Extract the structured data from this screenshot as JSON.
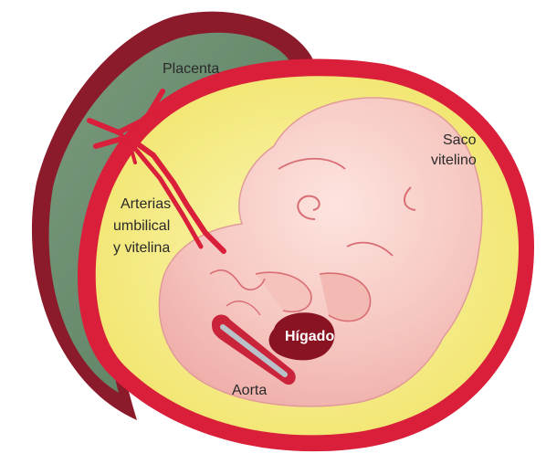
{
  "labels": {
    "placenta": "Placenta",
    "saco_line1": "Saco",
    "saco_line2": "vitelino",
    "arterias_line1": "Arterias",
    "arterias_line2": "umbilical",
    "arterias_line3": "y vitelina",
    "higado": "Hígado",
    "aorta": "Aorta"
  },
  "colors": {
    "placenta_border": "#8b1a2b",
    "placenta_fill": "#6b8f71",
    "sac_border": "#d91f3a",
    "sac_fill": "#f3ea7a",
    "embryo_fill": "#f6c6c0",
    "embryo_outline": "#d96d74",
    "liver": "#8a1322",
    "aorta_vessel": "#c9243a",
    "aorta_lumen": "#b9c2c8"
  }
}
